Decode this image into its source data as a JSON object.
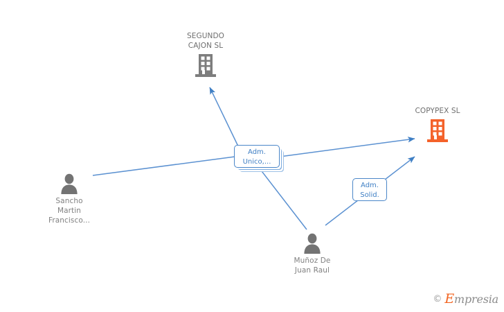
{
  "diagram": {
    "type": "corporate-relationship-graph",
    "background": "#ffffff",
    "colors": {
      "edge": "#4a86c8",
      "company_focus": "#f4622a",
      "company_other": "#7d7d7d",
      "person": "#737373",
      "label_text": "#3f7fc4",
      "node_text": "#808080"
    },
    "nodes": [
      {
        "id": "segundo-cajon",
        "kind": "company",
        "label": "SEGUNDO\nCAJON SL",
        "icon": "building-icon",
        "color": "#7d7d7d"
      },
      {
        "id": "copypex",
        "kind": "company",
        "label": "COPYPEX SL",
        "icon": "building-icon",
        "color": "#f4622a"
      },
      {
        "id": "sancho",
        "kind": "person",
        "label": "Sancho\nMartin\nFrancisco...",
        "icon": "person-icon",
        "color": "#737373"
      },
      {
        "id": "munoz",
        "kind": "person",
        "label": "Muñoz De\nJuan Raul",
        "icon": "person-icon",
        "color": "#737373"
      }
    ],
    "edge_labels": [
      {
        "id": "unico",
        "label": "Adm.\nUnico,..."
      },
      {
        "id": "solid",
        "label": "Adm.\nSolid."
      }
    ]
  },
  "watermark": {
    "copyright": "©",
    "brand_initial": "E",
    "brand_rest": "mpresia"
  }
}
